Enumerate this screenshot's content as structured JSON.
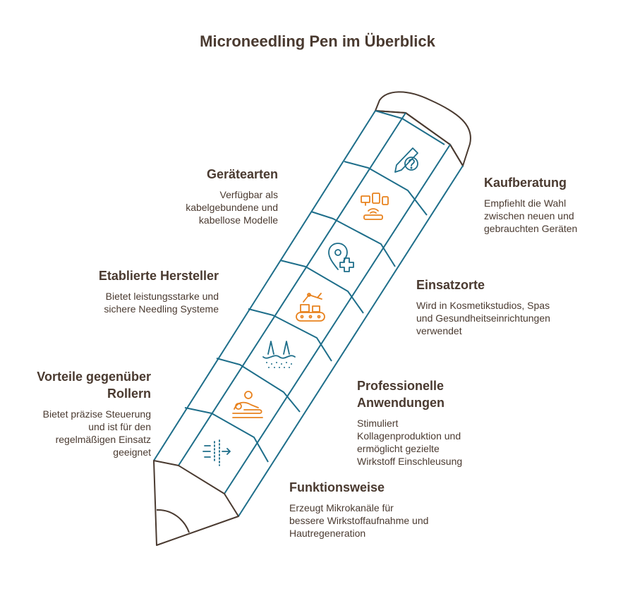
{
  "title": "Microneedling Pen im Überblick",
  "labels": [
    {
      "id": "geraetearten",
      "heading": "Gerätearten",
      "text": "Verfügbar als kabelgebundene und kabellose Modelle"
    },
    {
      "id": "kaufberatung",
      "heading": "Kaufberatung",
      "text": "Empfiehlt die Wahl zwischen neuen und gebrauchten Geräten"
    },
    {
      "id": "hersteller",
      "heading": "Etablierte Hersteller",
      "text": "Bietet leistungsstarke und sichere Needling Systeme"
    },
    {
      "id": "einsatzorte",
      "heading": "Einsatzorte",
      "text": "Wird in Kosmetikstudios, Spas und Gesundheitseinrichtungen verwendet"
    },
    {
      "id": "vorteile",
      "heading": "Vorteile gegenüber Rollern",
      "text": "Bietet präzise Steuerung und ist für den regelmäßigen Einsatz geeignet"
    },
    {
      "id": "professionelle",
      "heading": "Professionelle Anwendungen",
      "text": "Stimuliert Kollagenproduktion und ermöglicht gezielte Wirkstoff Einschleusung"
    },
    {
      "id": "funktionsweise",
      "heading": "Funktionsweise",
      "text": "Erzeugt Mikrokanäle für bessere Wirkstoffaufnahme und Hautregeneration"
    }
  ],
  "colors": {
    "outline": "#1e6e8a",
    "accent": "#e8821e",
    "text": "#4a3a30",
    "pencil_edge": "#4a3a30"
  },
  "icons": [
    "pen-question-icon",
    "devices-icon",
    "location-plus-icon",
    "manufacturing-icon",
    "skin-needles-icon",
    "massage-icon",
    "penetration-icon"
  ]
}
